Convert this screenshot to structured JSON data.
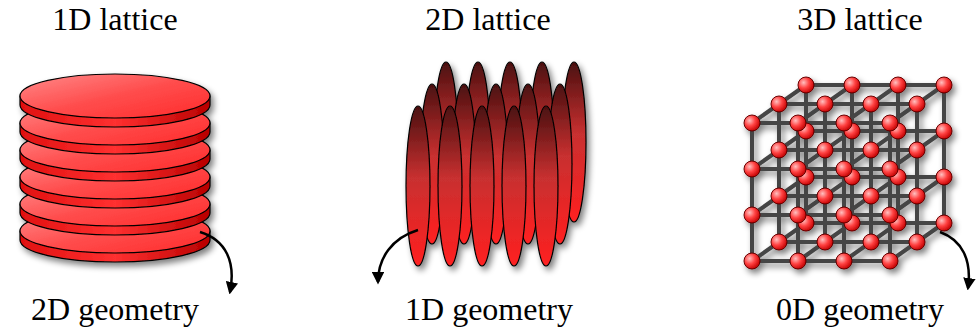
{
  "diagram": {
    "labels": [
      "1D lattice",
      "2D lattice",
      "3D lattice",
      "2D geometry",
      "1D geometry",
      "0D geometry"
    ]
  }
}
